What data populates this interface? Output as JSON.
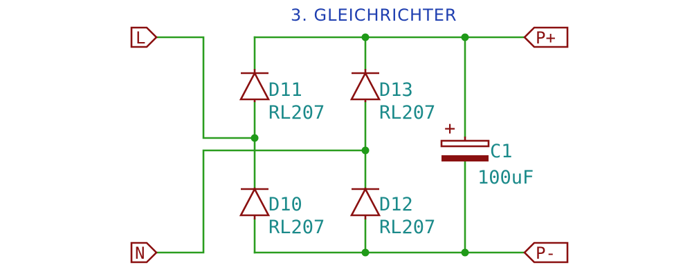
{
  "sheet_title": "3. GLEICHRICHTER",
  "colors": {
    "wire": "#2a9d1f",
    "junction": "#1f9a18",
    "symbol": "#8a1010",
    "reference": "#1b8a8a",
    "title": "#1f3fb0",
    "background": "#ffffff"
  },
  "ports": {
    "l": "L",
    "n": "N",
    "p_plus": "P+",
    "p_minus": "P-"
  },
  "components": {
    "d11": {
      "ref": "D11",
      "value": "RL207"
    },
    "d13": {
      "ref": "D13",
      "value": "RL207"
    },
    "d10": {
      "ref": "D10",
      "value": "RL207"
    },
    "d12": {
      "ref": "D12",
      "value": "RL207"
    },
    "c1": {
      "ref": "C1",
      "value": "100uF",
      "polarity": "+"
    }
  }
}
